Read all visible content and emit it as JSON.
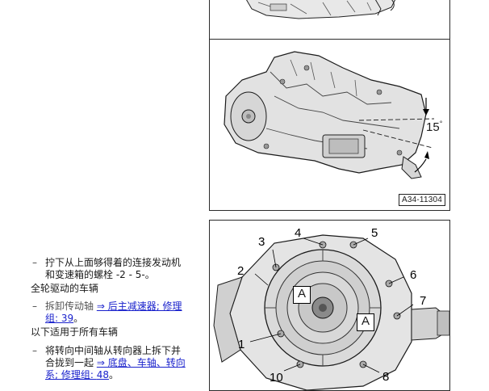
{
  "figure_top": {},
  "figure_mid": {
    "angle": "15",
    "angle_unit": "°",
    "ref_code": "A34-11304"
  },
  "figure_bot": {
    "callouts": [
      "1",
      "2",
      "3",
      "4",
      "5",
      "6",
      "7",
      "8",
      "10"
    ],
    "boxes": [
      "A",
      "A"
    ]
  },
  "text": {
    "item1_line1": "拧下从上面够得着的连接发动机",
    "item1_line2": "和变速箱的螺栓 -2 - 5-。",
    "heading_awd": "全轮驱动的车辆",
    "item2_prefix": "拆卸传动轴 ",
    "item2_link1": "⇒ 后主减速器; 修理",
    "item2_link2": "组: 39",
    "item2_suffix": "。",
    "heading_all": "以下适用于所有车辆",
    "item3_line1": "将转向中间轴从转向器上拆下并",
    "item3_line2_prefix": "合拢到一起 ",
    "item3_link1": "⇒ 底盘、车轴、转向",
    "item3_link2a": "系; 修理组: ",
    "item3_link2b": "48",
    "item3_suffix": "。",
    "bullet": "–"
  }
}
